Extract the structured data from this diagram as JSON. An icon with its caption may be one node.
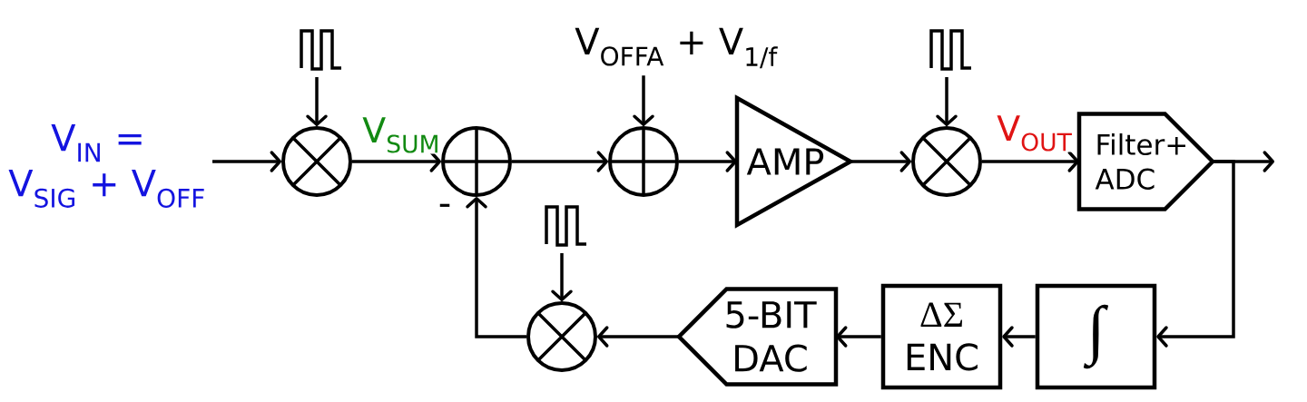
{
  "diagram": {
    "nodes": [
      {
        "text": [
          "V$_{IN}$ = V$_{SIG}$ + V$_{OFF}$"
        ]
      },
      {
        "text": [],
        "shape": "picture"
      },
      {
        "text": [],
        "shape": "circle"
      },
      {
        "text": [],
        "shape": "circle"
      },
      {
        "text": [
          "V$_{OFFA}$ + V$_{1/f}$"
        ]
      },
      {
        "text": [],
        "shape": "circle"
      },
      {
        "text": [
          "AMP"
        ]
      },
      {
        "text": [],
        "shape": "picture"
      },
      {
        "text": [],
        "shape": "circle"
      },
      {
        "text": [
          "Filter+ ADC"
        ]
      },
      {
        "text": [
          "∫"
        ]
      },
      {
        "text": [
          "ΔΣ",
          "ENC"
        ]
      },
      {
        "text": [
          "5-BIT DAC"
        ]
      },
      {
        "text": [],
        "shape": "picture"
      },
      {
        "text": [],
        "shape": "circle"
      }
    ],
    "edges": [
      {
        "from": 0,
        "to": 2,
        "arrow": "to"
      },
      {
        "from": 1,
        "to": 2,
        "arrow": "to"
      },
      {
        "from": 2,
        "to": 3,
        "arrow": "to",
        "label": "V$_{SUM}$"
      },
      {
        "from": 3,
        "to": 5,
        "arrow": "to"
      },
      {
        "from": 4,
        "to": 5,
        "arrow": "to"
      },
      {
        "from": 5,
        "to": 6,
        "arrow": "to"
      },
      {
        "from": 6,
        "to": 8,
        "arrow": "to"
      },
      {
        "from": 7,
        "to": 8,
        "arrow": "to"
      },
      {
        "from": 8,
        "to": 9,
        "arrow": "to",
        "label": "V$_{OUT}$"
      },
      {
        "from": 9,
        "to": null,
        "arrow": "to"
      },
      {
        "from": 9,
        "to": 10,
        "arrow": "to"
      },
      {
        "from": 10,
        "to": 11,
        "arrow": "to"
      },
      {
        "from": 11,
        "to": 12,
        "arrow": "to"
      },
      {
        "from": 12,
        "to": 14,
        "arrow": "to"
      },
      {
        "from": 13,
        "to": 14,
        "arrow": "to"
      },
      {
        "from": 14,
        "to": 3,
        "arrow": "to"
      }
    ],
    "labels": [
      "-"
    ]
  }
}
